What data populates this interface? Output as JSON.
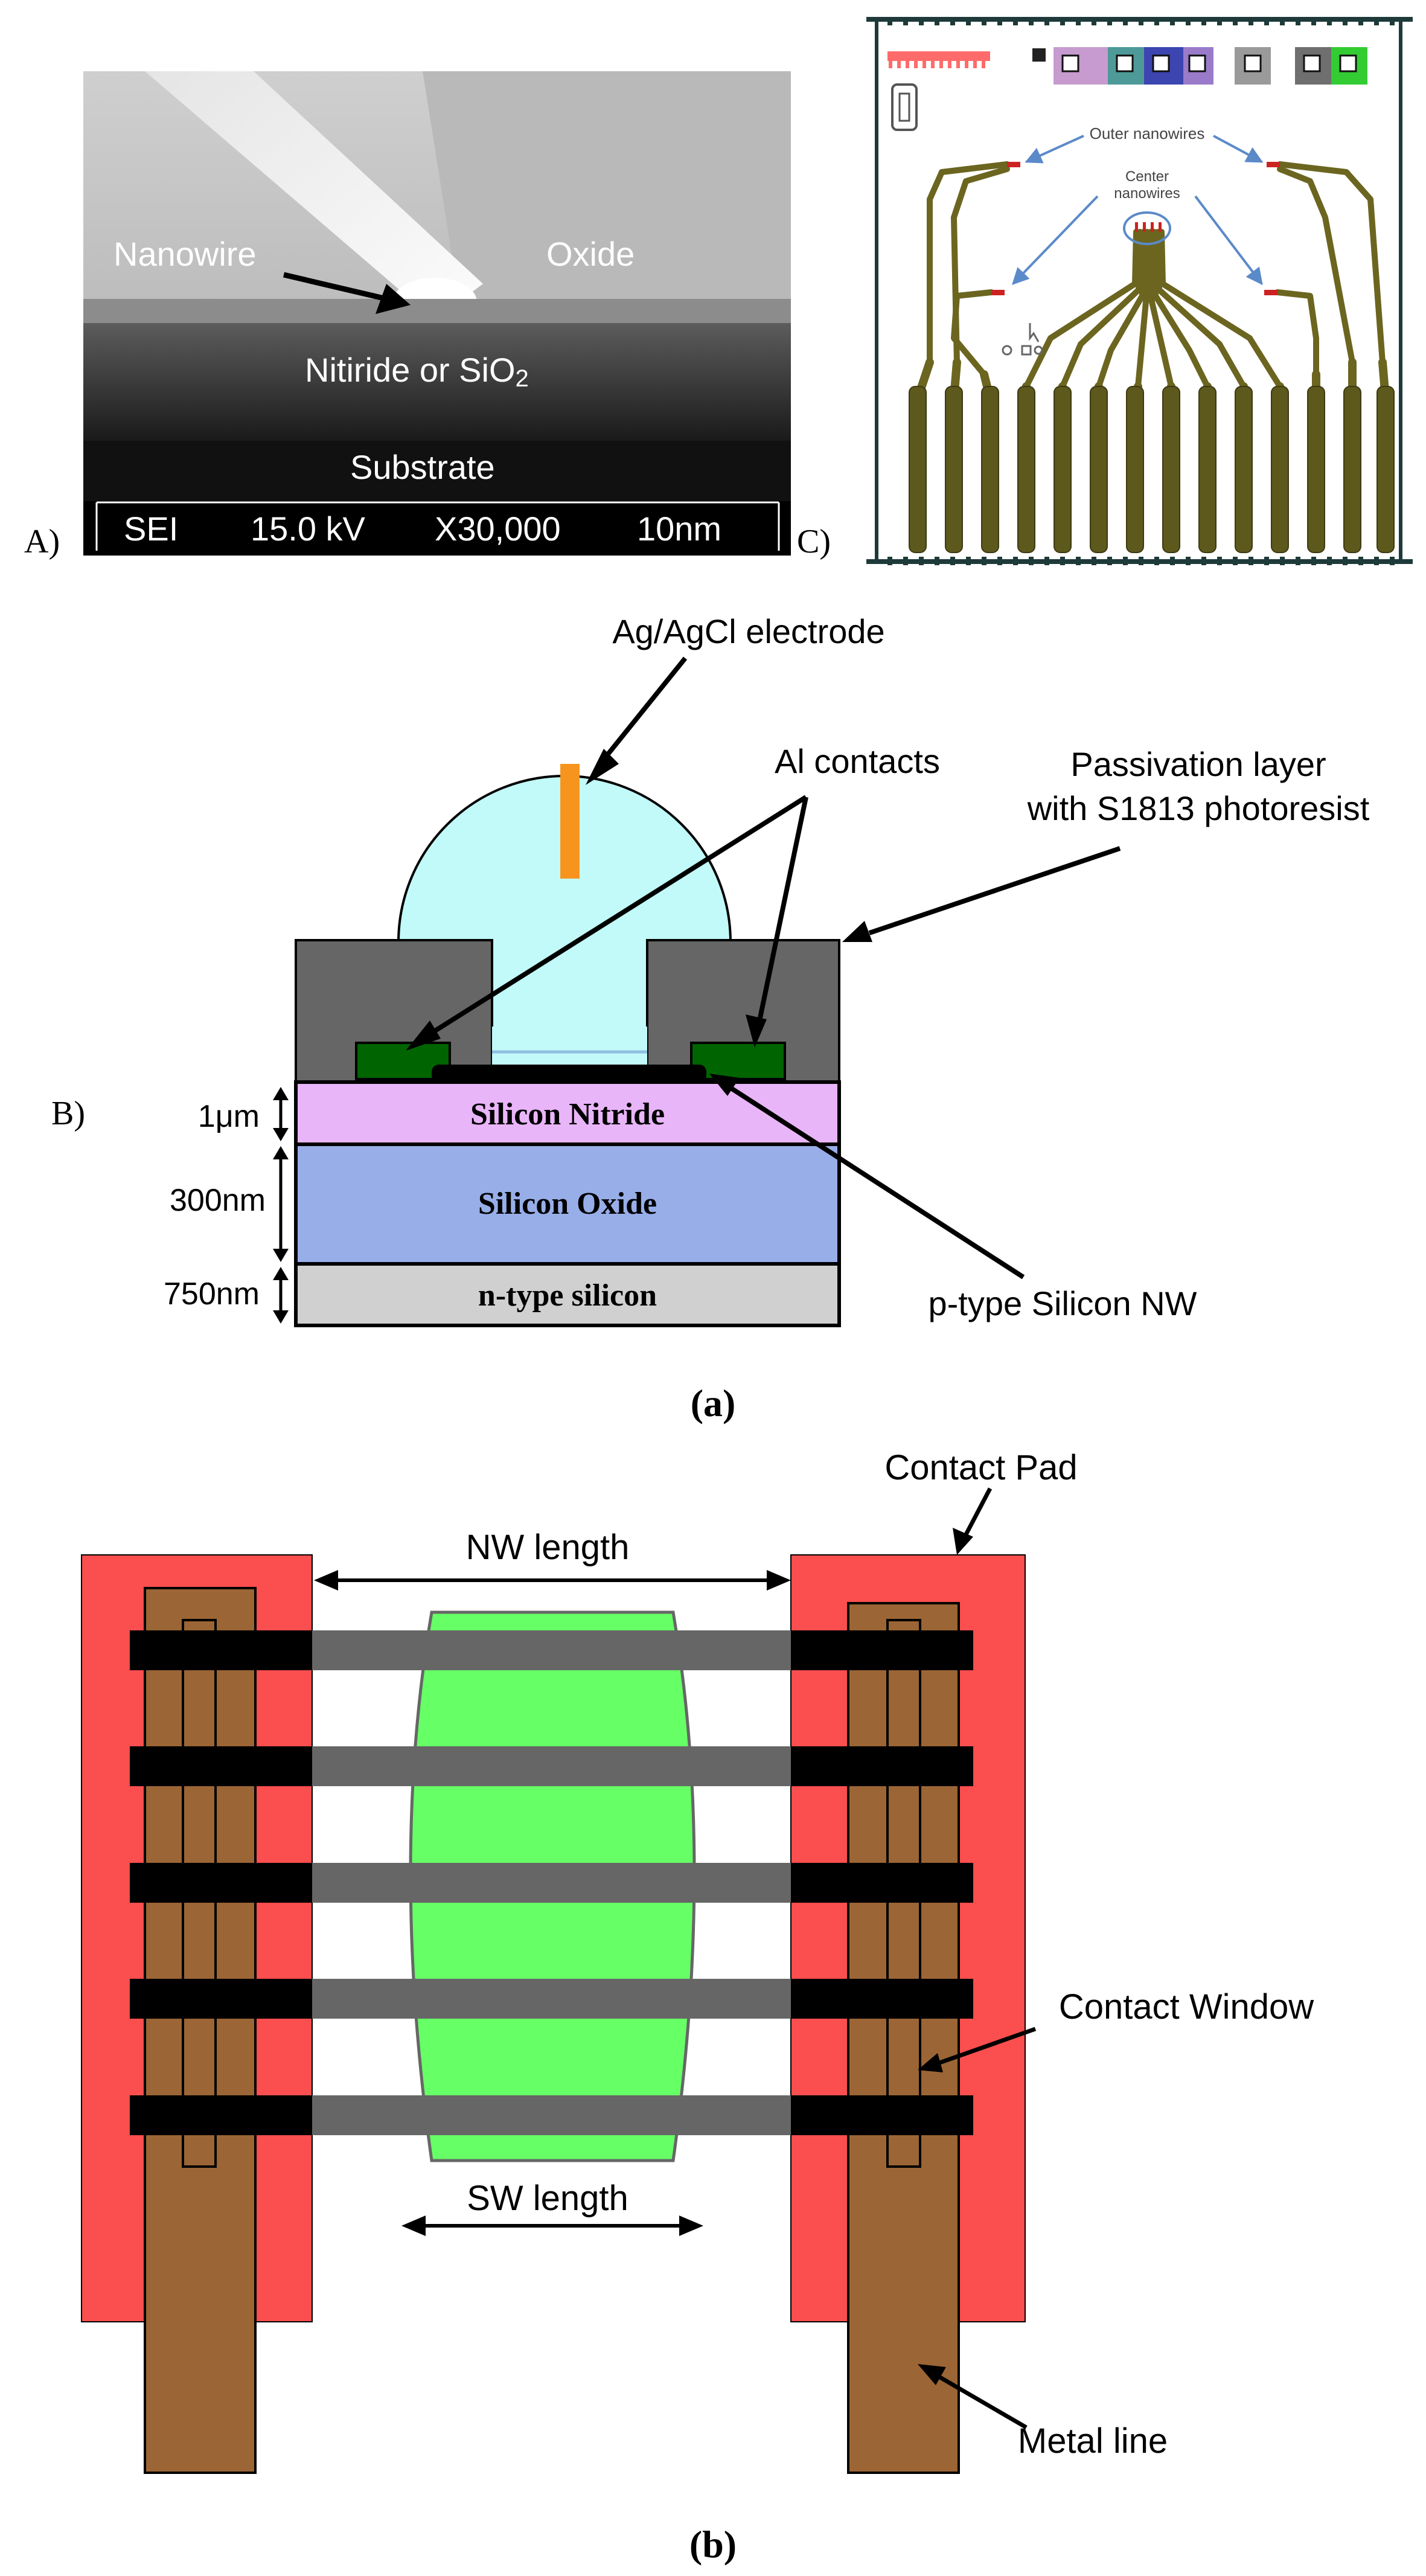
{
  "panel_a": {
    "label_A": "A)",
    "label_B": "B)",
    "label_C": "C)",
    "caption": "(a)",
    "sem": {
      "nanowire_label": "Nanowire",
      "oxide_label": "Oxide",
      "nitride_label": "Nitiride or SiO",
      "nitride_sub": "2",
      "substrate_label": "Substrate",
      "status": [
        "SEI",
        "15.0 kV",
        "X30,000",
        "10nm"
      ]
    },
    "layout": {
      "outer_label": "Outer nanowires",
      "center_label_1": "Center",
      "center_label_2": "nanowires"
    },
    "cross_section": {
      "electrode_label": "Ag/AgCl electrode",
      "contacts_label": "Al contacts",
      "passivation_line1": "Passivation layer",
      "passivation_line2": "with S1813 photoresist",
      "nitride_layer": "Silicon Nitride",
      "oxide_layer": "Silicon Oxide",
      "substrate_layer": "n-type silicon",
      "dim_nitride": "1μm",
      "dim_oxide": "300nm",
      "dim_substrate": "750nm",
      "nw_label": "p-type Silicon NW",
      "colors": {
        "passivation": "#666666",
        "droplet": "#c2f9f9",
        "electrode": "#f7941d",
        "contact": "#006400",
        "nitride": "#e9b5f9",
        "oxide": "#98aee9",
        "substrate": "#d0d0d0"
      }
    }
  },
  "panel_b": {
    "caption": "(b)",
    "nw_length_label": "NW length",
    "contact_pad_label": "Contact Pad",
    "contact_window_label": "Contact Window",
    "sw_length_label": "SW length",
    "metal_line_label": "Metal line",
    "colors": {
      "contact_pad": "#fb4e4e",
      "metal_line": "#9b6535",
      "solution_window": "#66ff66",
      "nanowire": "#666666",
      "contact_bar": "#000000"
    }
  }
}
